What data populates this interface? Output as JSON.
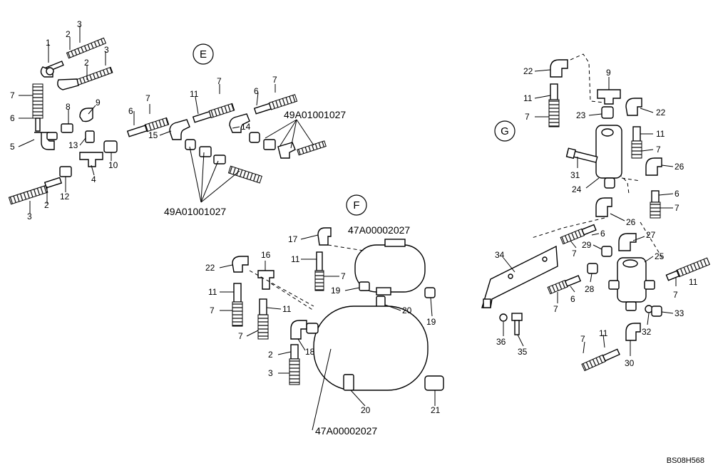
{
  "drawing_code": "BS08H568",
  "sections": {
    "e": "E",
    "f": "F",
    "g": "G"
  },
  "part_numbers": {
    "kit_top": "49A01001027",
    "kit_bottom": "49A01001027",
    "tank_small": "47A00002027",
    "tank_large": "47A00002027"
  },
  "callouts": {
    "c1": "1",
    "c2a": "2",
    "c2b": "2",
    "c3a": "3",
    "c3b": "3",
    "c7a": "7",
    "c6a": "6",
    "c5": "5",
    "c8": "8",
    "c9a": "9",
    "c13": "13",
    "c4": "4",
    "c10": "10",
    "c3c": "3",
    "c2c": "2",
    "c12": "12",
    "c6b": "6",
    "c7b": "7",
    "c11a": "11",
    "c7c": "7",
    "c6c": "6",
    "c7d": "7",
    "c15": "15",
    "c14": "14",
    "c17": "17",
    "c11b": "11",
    "c7e": "7",
    "c19a": "19",
    "c20a": "20",
    "c19b": "19",
    "c22a": "22",
    "c16": "16",
    "c11c": "11",
    "c7f": "7",
    "c11d": "11",
    "c7g": "7",
    "c18": "18",
    "c2d": "2",
    "c3d": "3",
    "c20b": "20",
    "c21": "21",
    "c22b": "22",
    "c11e": "11",
    "c7h": "7",
    "c9b": "9",
    "c23": "23",
    "c22c": "22",
    "c11f": "11",
    "c7i": "7",
    "c31": "31",
    "c24": "24",
    "c26a": "26",
    "c6d": "6",
    "c7j": "7",
    "c26b": "26",
    "c6e": "6",
    "c7k": "7",
    "c34": "34",
    "c29": "29",
    "c27": "27",
    "c25": "25",
    "c28": "28",
    "c7l": "7",
    "c6f": "6",
    "c7m": "7",
    "c11g": "11",
    "c36": "36",
    "c35": "35",
    "c32": "32",
    "c33": "33",
    "c7n": "7",
    "c11h": "11",
    "c30": "30"
  }
}
